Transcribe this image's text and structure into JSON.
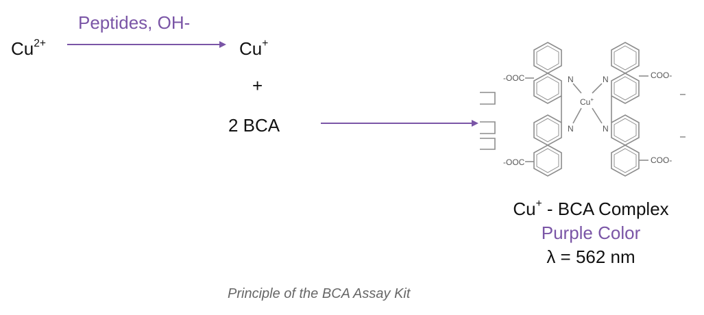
{
  "colors": {
    "accent": "#7a55a6",
    "caption": "#666666",
    "structure": "#8c8c8c"
  },
  "reactant": {
    "base": "Cu",
    "charge": "2+"
  },
  "arrow1_label": "Peptides, OH-",
  "product": {
    "base": "Cu",
    "charge": "+"
  },
  "plus": "+",
  "reagent": "2 BCA",
  "structure": {
    "labels": {
      "carboxylate_left_top": "-OOC",
      "carboxylate_left_bottom": "-OOC",
      "carboxylate_right_top": "COO-",
      "carboxylate_right_bottom": "COO-",
      "nitrogen": "N",
      "metal": "Cu",
      "metal_charge": "+"
    }
  },
  "complex": {
    "name_base": "Cu",
    "name_charge": "+",
    "name_rest": " - BCA Complex",
    "color_text": "Purple Color",
    "wavelength": "λ = 562 nm"
  },
  "caption": "Principle of the BCA Assay Kit"
}
